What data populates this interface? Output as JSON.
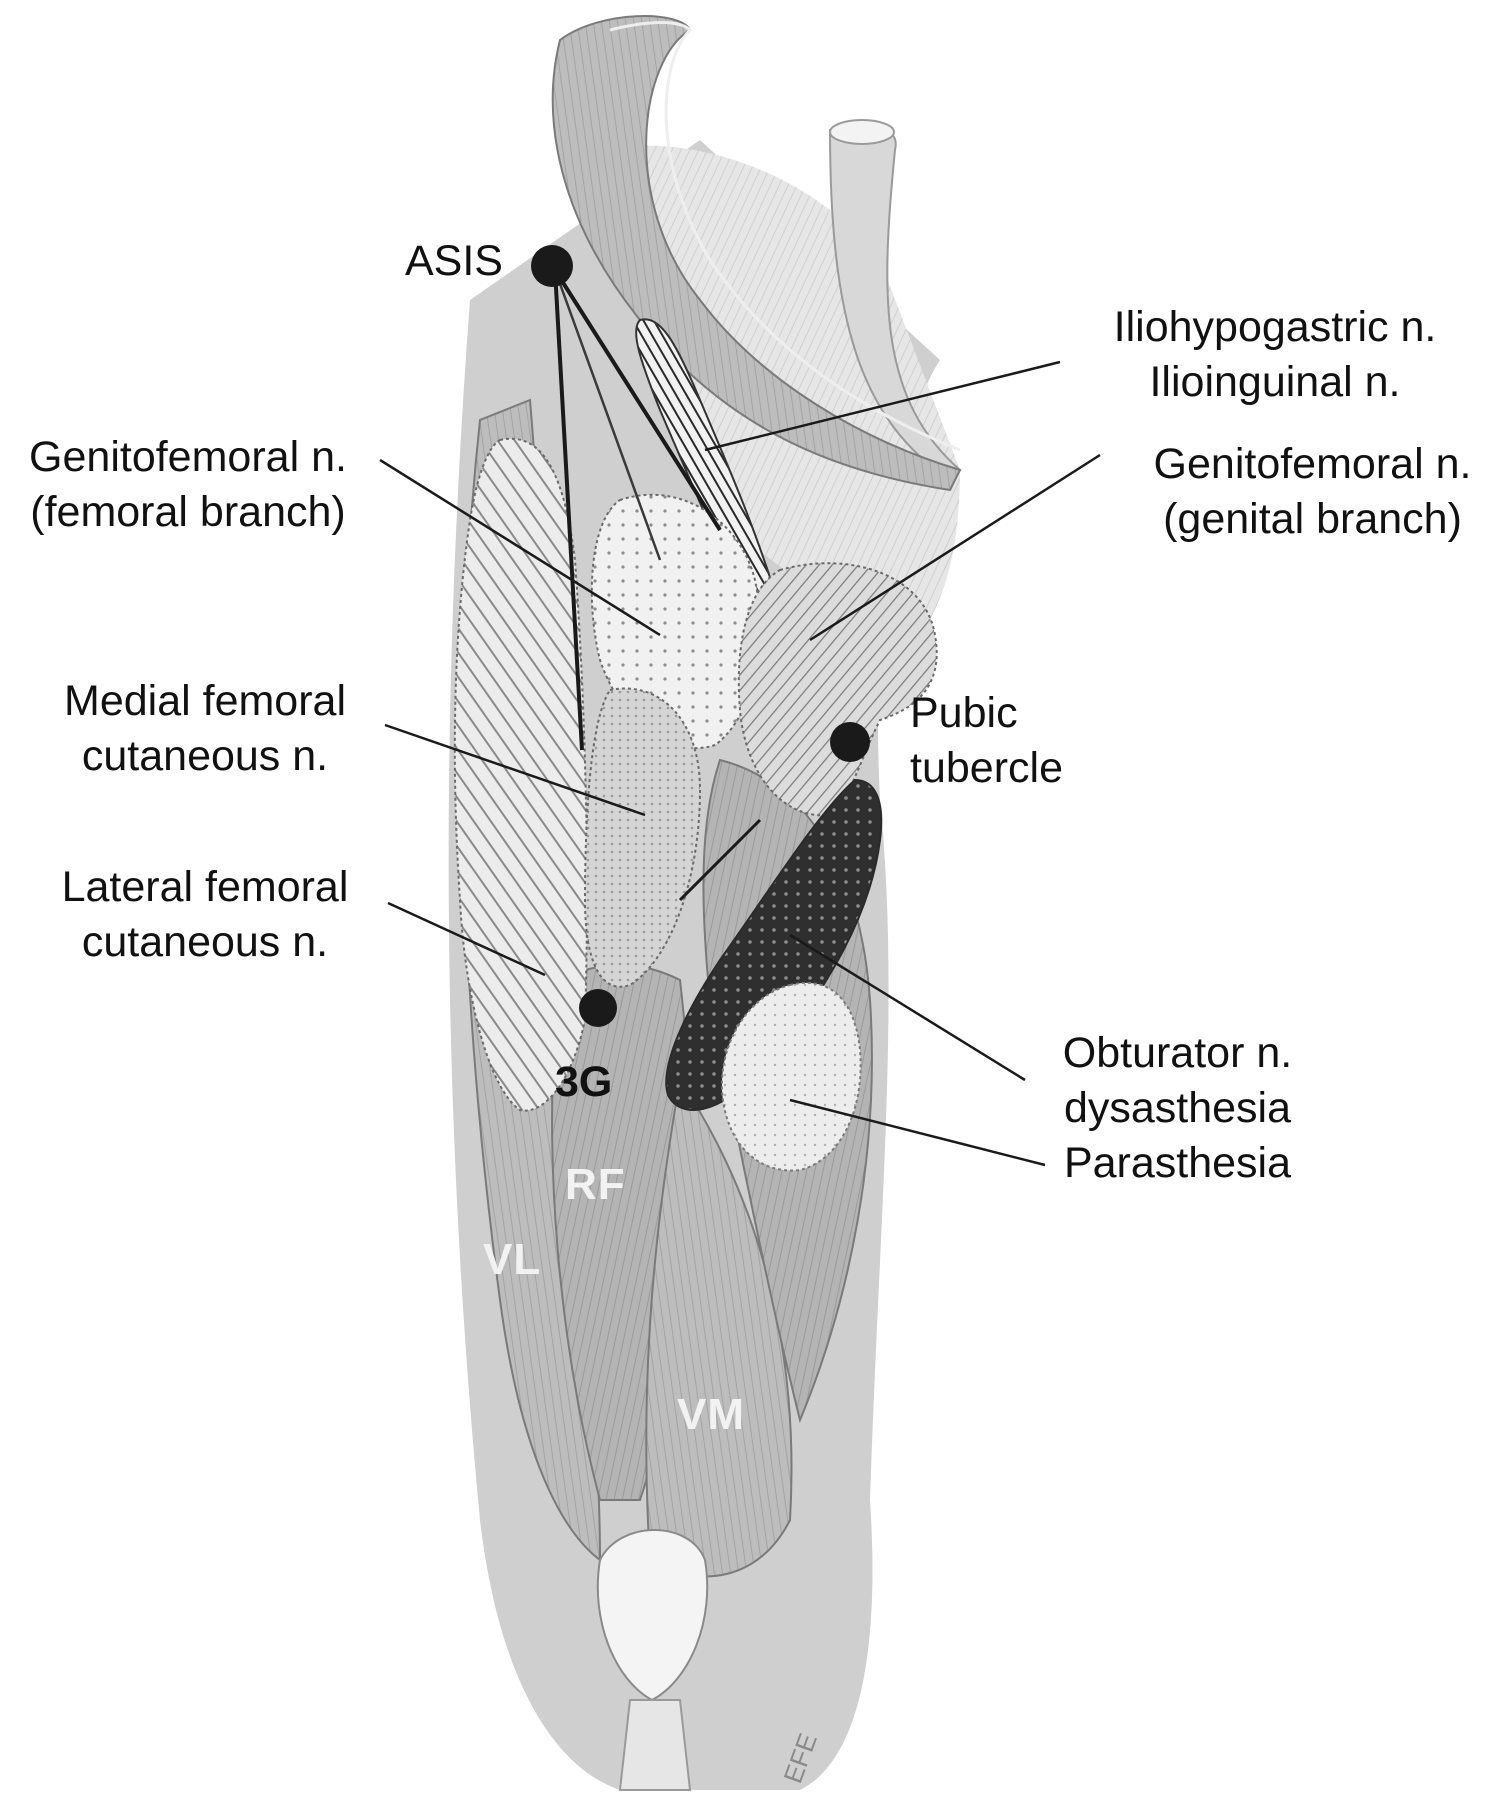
{
  "labels": {
    "asis": "ASIS",
    "iliohypogastric": "Iliohypogastric n.",
    "ilioinguinal": "Ilioinguinal n.",
    "genitofemoral_genital_line1": "Genitofemoral n.",
    "genitofemoral_genital_line2": "(genital branch)",
    "genitofemoral_femoral_line1": "Genitofemoral n.",
    "genitofemoral_femoral_line2": "(femoral branch)",
    "pubic_line1": "Pubic",
    "pubic_line2": "tubercle",
    "medial_line1": "Medial femoral",
    "medial_line2": "cutaneous n.",
    "lateral_line1": "Lateral femoral",
    "lateral_line2": "cutaneous n.",
    "obturator_line1": "Obturator n.",
    "obturator_line2": "dysasthesia",
    "parasthesia": "Parasthesia",
    "three_g": "3G"
  },
  "muscles": {
    "rf": "RF",
    "vl": "VL",
    "vm": "VM"
  },
  "signature": "EFE",
  "colors": {
    "leader": "#1a1a1a",
    "landmark": "#1a1a1a",
    "muscle_base": "#b9b9b9",
    "obturator_fill": "#2e2e2e"
  }
}
